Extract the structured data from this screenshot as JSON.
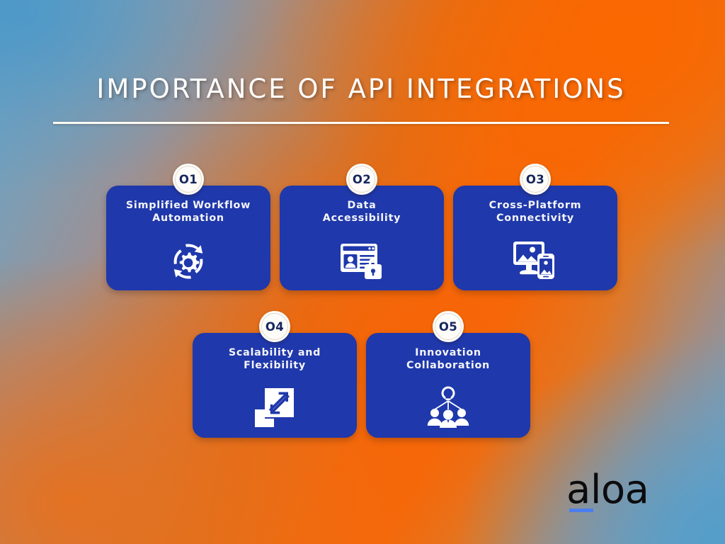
{
  "slide": {
    "title": "IMPORTANCE OF API INTEGRATIONS",
    "background": {
      "orange": "#f4690a",
      "blue": "#5b9ac6",
      "gray": "#8f9296"
    },
    "card_color": "#1f38ab",
    "badge_color": "#fdfcf8",
    "badge_text_color": "#16265e",
    "title_color": "#ffffff"
  },
  "cards": [
    {
      "number": "O1",
      "title": "Simplified Workflow\nAutomation",
      "title_line1": "Simplified Workflow",
      "title_line2": "Automation",
      "icon": "gear-refresh-icon"
    },
    {
      "number": "O2",
      "title": "Data\nAccessibility",
      "title_line1": "Data",
      "title_line2": "Accessibility",
      "icon": "secure-data-window-icon"
    },
    {
      "number": "O3",
      "title": "Cross-Platform\nConnectivity",
      "title_line1": "Cross-Platform",
      "title_line2": "Connectivity",
      "icon": "monitor-mobile-icon"
    },
    {
      "number": "O4",
      "title": "Scalability and\nFlexibility",
      "title_line1": "Scalability and",
      "title_line2": "Flexibility",
      "icon": "resize-arrows-icon"
    },
    {
      "number": "O5",
      "title": "Innovation\nCollaboration",
      "title_line1": "Innovation",
      "title_line2": "Collaboration",
      "icon": "team-lightbulb-icon"
    }
  ],
  "logo": {
    "text": "aloa",
    "text_color": "#0c0c0e",
    "accent_color": "#4a7ef0"
  }
}
